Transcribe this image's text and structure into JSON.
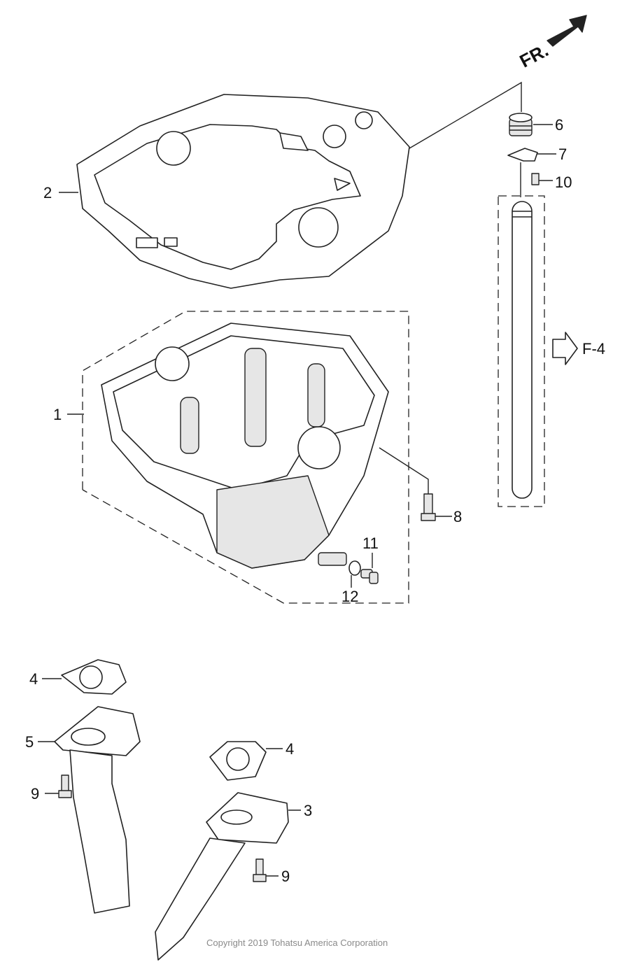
{
  "orientation": {
    "label": "FR."
  },
  "callouts": {
    "c1": "1",
    "c2": "2",
    "c3": "3",
    "c4a": "4",
    "c4b": "4",
    "c5": "5",
    "c6": "6",
    "c7": "7",
    "c8": "8",
    "c9a": "9",
    "c9b": "9",
    "c10": "10",
    "c11": "11",
    "c12": "12"
  },
  "reference": {
    "label": "F-4"
  },
  "copyright": "Copyright 2019 Tohatsu America Corporation"
}
